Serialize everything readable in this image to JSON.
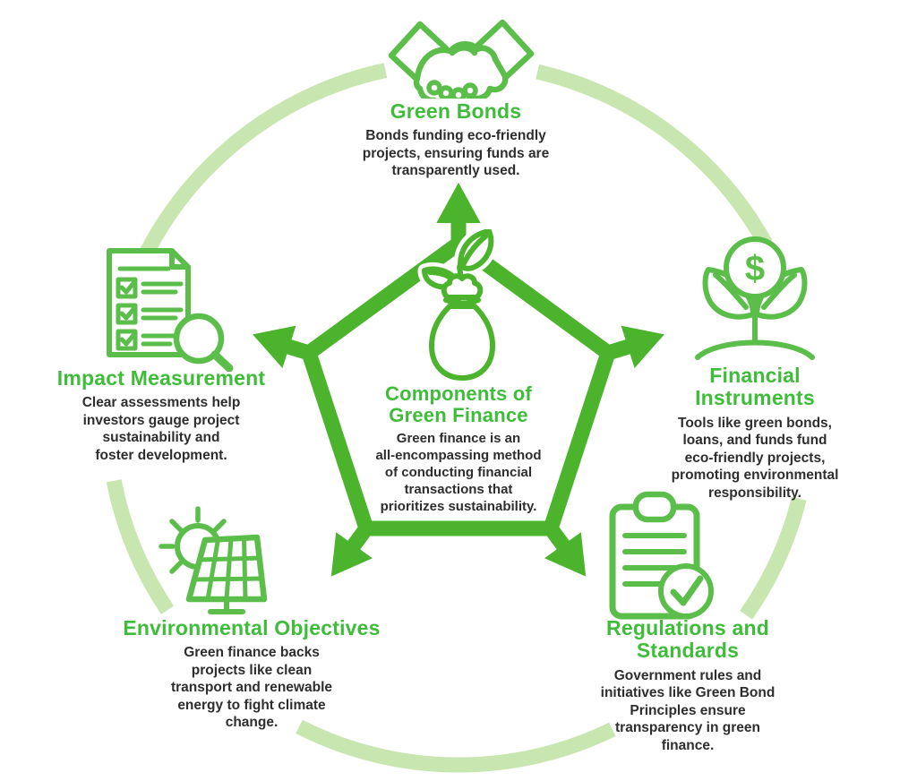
{
  "diagram": {
    "type": "hub-and-spoke pentagon diagram",
    "hub": {
      "title": "Components of\nGreen Finance",
      "description": "Green finance is an\nall-encompassing method\nof conducting financial\ntransactions that\nprioritizes sustainability.",
      "icon": "money-bag-sprout-icon"
    },
    "components": [
      {
        "id": "green-bonds",
        "label": "Green Bonds",
        "description": "Bonds funding eco-friendly\nprojects, ensuring funds are\ntransparently used.",
        "icon": "handshake-icon",
        "position": "top"
      },
      {
        "id": "financial-instruments",
        "label": "Financial Instruments",
        "description": "Tools like green bonds,\nloans, and funds fund\neco-friendly projects,\npromoting environmental\nresponsibility.",
        "icon": "money-plant-icon",
        "position": "right"
      },
      {
        "id": "regulations-and-standards",
        "label": "Regulations and Standards",
        "description": "Government rules and\ninitiatives like Green Bond\nPrinciples ensure\ntransparency in green\nfinance.",
        "icon": "clipboard-check-icon",
        "position": "bottom-right"
      },
      {
        "id": "environmental-objectives",
        "label": "Environmental Objectives",
        "description": "Green finance backs\nprojects like clean\ntransport and renewable\nenergy to fight climate\nchange.",
        "icon": "solar-panel-sun-icon",
        "position": "bottom-left"
      },
      {
        "id": "impact-measurement",
        "label": "Impact Measurement",
        "description": "Clear assessments help\ninvestors gauge project\nsustainability and\nfoster development.",
        "icon": "checklist-magnifier-icon",
        "position": "left"
      }
    ],
    "colors": {
      "accent_green": "#4bb42c",
      "heading_green": "#3ebc3a",
      "icon_green": "#5cbe4a",
      "ring_light_green": "#c8e6af",
      "text_dark": "#2e2e2e"
    },
    "dollar_symbol": "$"
  }
}
